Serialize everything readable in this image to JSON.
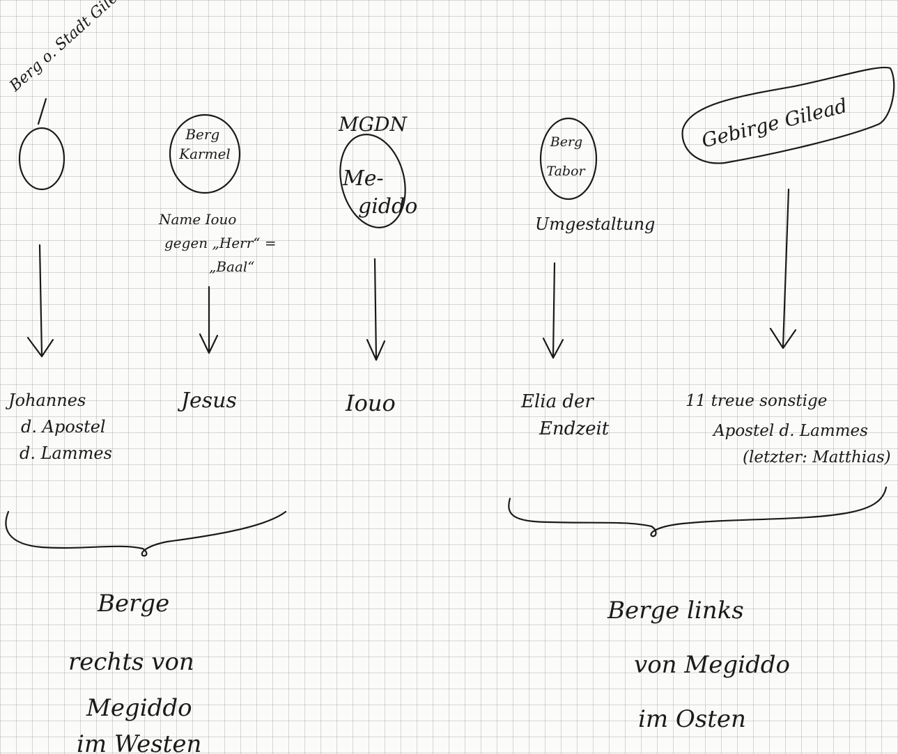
{
  "columns": [
    {
      "top_note": "Berg o. Stadt Gilead",
      "circle_label": "",
      "below_circle": "",
      "result": [
        "Johannes",
        "d. Apostel",
        "d. Lammes"
      ]
    },
    {
      "top_note": "",
      "circle_label": [
        "Berg",
        "Karmel"
      ],
      "below_circle": [
        "Name Iouo",
        "gegen „Herr“ =",
        "„Baal“"
      ],
      "result": [
        "Jesus"
      ]
    },
    {
      "top_note": "MGDN",
      "circle_label": [
        "Me-",
        "giddo"
      ],
      "below_circle": "",
      "result": [
        "Iouo"
      ]
    },
    {
      "top_note": "",
      "circle_label": [
        "Berg",
        "Tabor"
      ],
      "below_circle": [
        "Umgestaltung"
      ],
      "result": [
        "Elia der",
        "Endzeit"
      ]
    },
    {
      "top_note": "",
      "circle_label": [
        "Gebirge Gilead"
      ],
      "below_circle": "",
      "result": [
        "11 treue sonstige",
        "Apostel d. Lammes",
        "(letzter: Matthias)"
      ]
    }
  ],
  "groups": [
    {
      "label": [
        "Berge",
        "rechts von",
        "Megiddo",
        "im Westen"
      ]
    },
    {
      "label": [
        "Berge links",
        "von Megiddo",
        "im Osten"
      ]
    }
  ],
  "colors": {
    "ink": "#1a1a1a",
    "paper": "#fbfbfa",
    "grid": "#9a9a9a"
  }
}
